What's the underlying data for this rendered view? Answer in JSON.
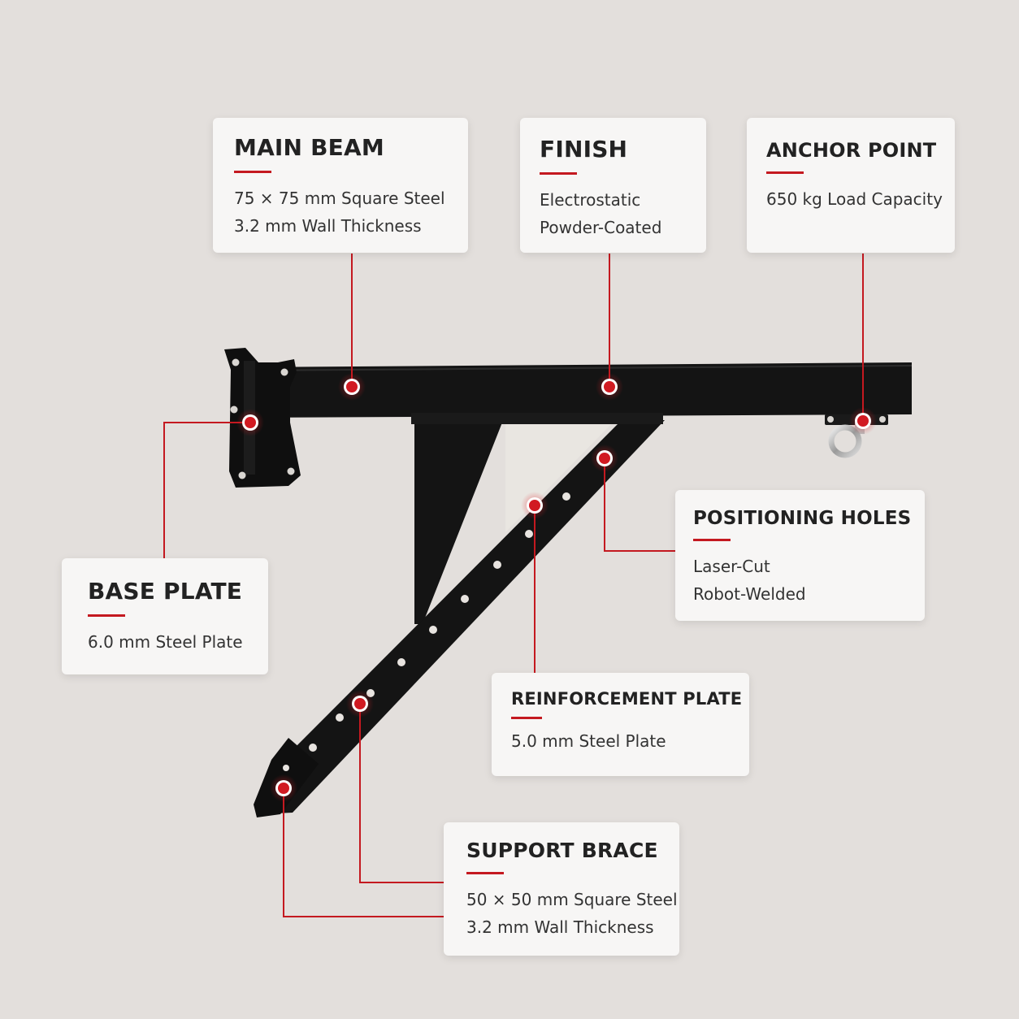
{
  "colors": {
    "background": "#e3dfdc",
    "card": "#f7f6f5",
    "accent_red": "#c41920",
    "steel": "#141414",
    "reinforcement_plate": "#e9e6e1"
  },
  "callouts": {
    "main_beam": {
      "title": "MAIN BEAM",
      "lines": [
        "75 × 75 mm Square Steel",
        "3.2 mm Wall Thickness"
      ]
    },
    "finish": {
      "title": "FINISH",
      "lines": [
        "Electrostatic",
        "Powder-Coated"
      ]
    },
    "anchor_point": {
      "title": "ANCHOR POINT",
      "lines": [
        "650 kg Load Capacity"
      ]
    },
    "positioning_holes": {
      "title": "POSITIONING HOLES",
      "lines": [
        "Laser-Cut",
        "Robot-Welded"
      ]
    },
    "base_plate": {
      "title": "BASE PLATE",
      "lines": [
        "6.0 mm Steel Plate"
      ]
    },
    "reinforcement_plate": {
      "title": "REINFORCEMENT PLATE",
      "lines": [
        "5.0 mm Steel Plate"
      ]
    },
    "support_brace": {
      "title": "SUPPORT BRACE",
      "lines": [
        "50 × 50 mm Square Steel",
        "3.2 mm Wall Thickness"
      ]
    }
  }
}
